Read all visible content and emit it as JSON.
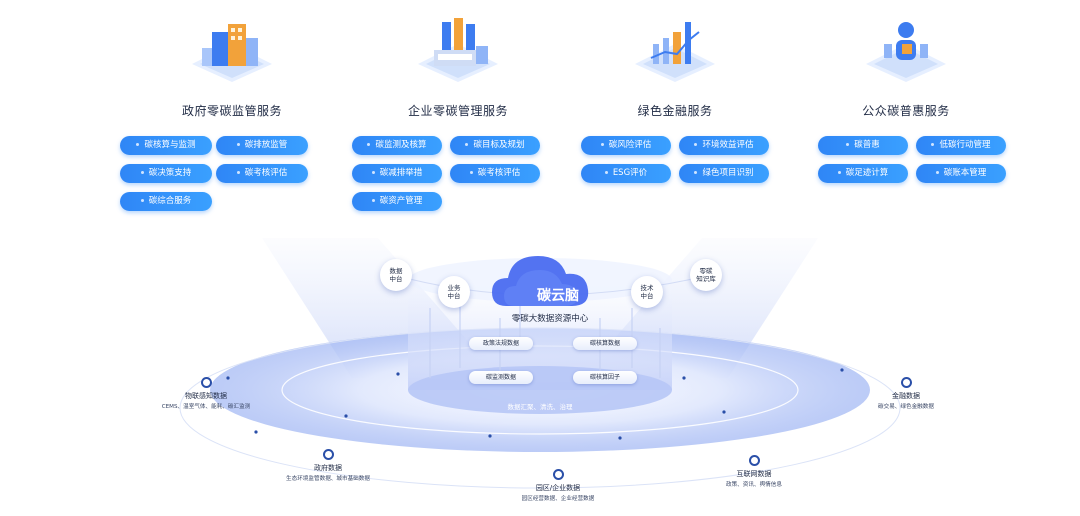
{
  "services": [
    {
      "title": "政府零碳监管服务",
      "icon": "government-building-icon",
      "items": [
        "碳核算与监测",
        "碳排放监管",
        "碳决策支持",
        "碳考核评估",
        "碳综合服务"
      ]
    },
    {
      "title": "企业零碳管理服务",
      "icon": "factory-icon",
      "items": [
        "碳监测及核算",
        "碳目标及规划",
        "碳减排举措",
        "碳考核评估",
        "碳资产管理"
      ]
    },
    {
      "title": "绿色金融服务",
      "icon": "finance-chart-icon",
      "items": [
        "碳风险评估",
        "环境效益评估",
        "ESG评价",
        "绿色项目识别"
      ]
    },
    {
      "title": "公众碳普惠服务",
      "icon": "public-person-icon",
      "items": [
        "碳普惠",
        "低碳行动管理",
        "碳足迹计算",
        "碳账本管理"
      ]
    }
  ],
  "center": {
    "cloud_label": "碳云脑",
    "subtitle": "零碳大数据资源中心",
    "bubbles": [
      {
        "line1": "数据",
        "line2": "中台"
      },
      {
        "line1": "业务",
        "line2": "中台"
      },
      {
        "line1": "技术",
        "line2": "中台"
      },
      {
        "line1": "零碳",
        "line2": "知识库"
      }
    ],
    "chips": [
      "政策法规数据",
      "碳核算数据",
      "碳监测数据",
      "碳核算因子"
    ],
    "base_text": "数据汇聚、清洗、治理"
  },
  "sources": [
    {
      "title": "物联感知数据",
      "desc": "CEMS、温室气体、能耗、碳汇监测"
    },
    {
      "title": "政府数据",
      "desc": "生态环境监管数据、城市基础数据"
    },
    {
      "title": "园区/企业数据",
      "desc": "园区经营数据、企业经营数据"
    },
    {
      "title": "互联网数据",
      "desc": "政策、资讯、舆情信息"
    },
    {
      "title": "金融数据",
      "desc": "碳交易、绿色金融数据"
    }
  ],
  "colors": {
    "accent": "#2f86f6",
    "ring": "#2a4fa8",
    "cloud": "#4a6cf0"
  }
}
